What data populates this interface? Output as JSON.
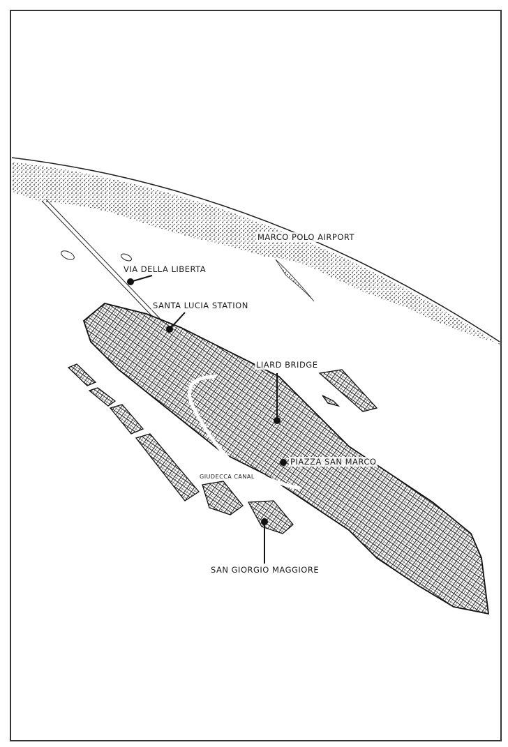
{
  "map": {
    "labels": {
      "airport": "MARCO POLO AIRPORT",
      "causeway": "VIA DELLA LIBERTA",
      "station": "SANTA LUCIA STATION",
      "bridge": "LIARD BRIDGE",
      "piazza": "PIAZZA SAN MARCO",
      "canal": "GIUDECCA CANAL",
      "island": "SAN GIORGIO MAGGIORE"
    },
    "colors": {
      "ink": "#1a1a1a",
      "paper": "#ffffff",
      "frame": "#333333"
    }
  }
}
